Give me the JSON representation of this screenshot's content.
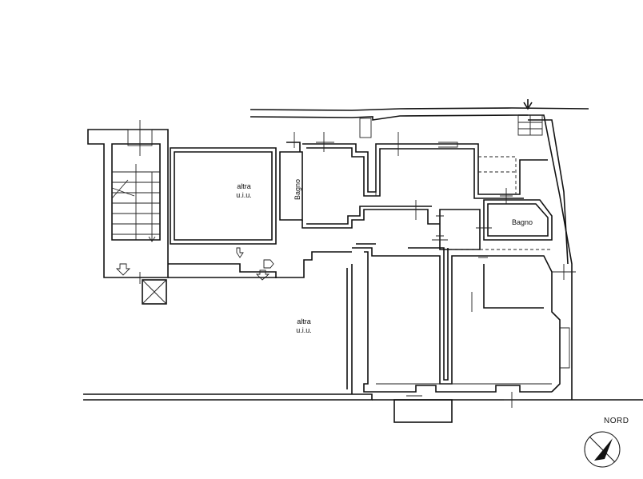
{
  "plan": {
    "rooms": {
      "other_unit_upper": {
        "line1": "altra",
        "line2": "u.i.u."
      },
      "other_unit_lower": {
        "line1": "altra",
        "line2": "u.i.u."
      },
      "bathroom_left": {
        "label": "Bagno"
      },
      "bathroom_right": {
        "label": "Bagno"
      }
    },
    "north": {
      "label": "NORD"
    }
  }
}
